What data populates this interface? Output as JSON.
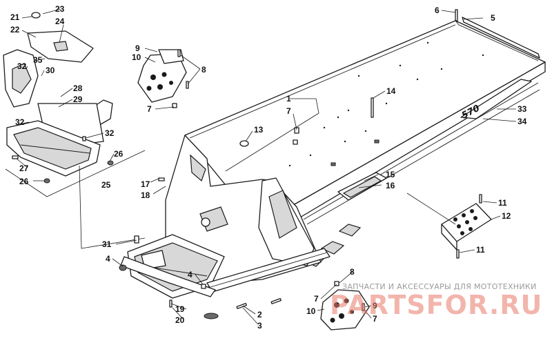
{
  "decal_text": "570",
  "watermark": {
    "caption": "ЗАПЧАСТИ И АКСЕССУАРЫ ДЛЯ МОТОТЕХНИКИ",
    "logo": "PARTSFOR.RU",
    "logo_color": "#e87a6a"
  },
  "callouts": [
    {
      "id": "c1",
      "label": "1"
    },
    {
      "id": "c2",
      "label": "2"
    },
    {
      "id": "c3",
      "label": "3"
    },
    {
      "id": "c4a",
      "label": "4"
    },
    {
      "id": "c4b",
      "label": "4"
    },
    {
      "id": "c5",
      "label": "5"
    },
    {
      "id": "c6",
      "label": "6"
    },
    {
      "id": "c7a",
      "label": "7"
    },
    {
      "id": "c7b",
      "label": "7"
    },
    {
      "id": "c7c",
      "label": "7"
    },
    {
      "id": "c7d",
      "label": "7"
    },
    {
      "id": "c8a",
      "label": "8"
    },
    {
      "id": "c8b",
      "label": "8"
    },
    {
      "id": "c9a",
      "label": "9"
    },
    {
      "id": "c9b",
      "label": "9"
    },
    {
      "id": "c10a",
      "label": "10"
    },
    {
      "id": "c10b",
      "label": "10"
    },
    {
      "id": "c11a",
      "label": "11"
    },
    {
      "id": "c11b",
      "label": "11"
    },
    {
      "id": "c12",
      "label": "12"
    },
    {
      "id": "c13",
      "label": "13"
    },
    {
      "id": "c14",
      "label": "14"
    },
    {
      "id": "c15",
      "label": "15"
    },
    {
      "id": "c16",
      "label": "16"
    },
    {
      "id": "c17",
      "label": "17"
    },
    {
      "id": "c18",
      "label": "18"
    },
    {
      "id": "c19",
      "label": "19"
    },
    {
      "id": "c20",
      "label": "20"
    },
    {
      "id": "c21",
      "label": "21"
    },
    {
      "id": "c22",
      "label": "22"
    },
    {
      "id": "c23",
      "label": "23"
    },
    {
      "id": "c24",
      "label": "24"
    },
    {
      "id": "c25",
      "label": "25"
    },
    {
      "id": "c26a",
      "label": "26"
    },
    {
      "id": "c26b",
      "label": "26"
    },
    {
      "id": "c27",
      "label": "27"
    },
    {
      "id": "c28",
      "label": "28"
    },
    {
      "id": "c29",
      "label": "29"
    },
    {
      "id": "c30",
      "label": "30"
    },
    {
      "id": "c31",
      "label": "31"
    },
    {
      "id": "c32a",
      "label": "32"
    },
    {
      "id": "c32b",
      "label": "32"
    },
    {
      "id": "c32c",
      "label": "32"
    },
    {
      "id": "c33",
      "label": "33"
    },
    {
      "id": "c34",
      "label": "34"
    },
    {
      "id": "c35",
      "label": "35"
    }
  ]
}
